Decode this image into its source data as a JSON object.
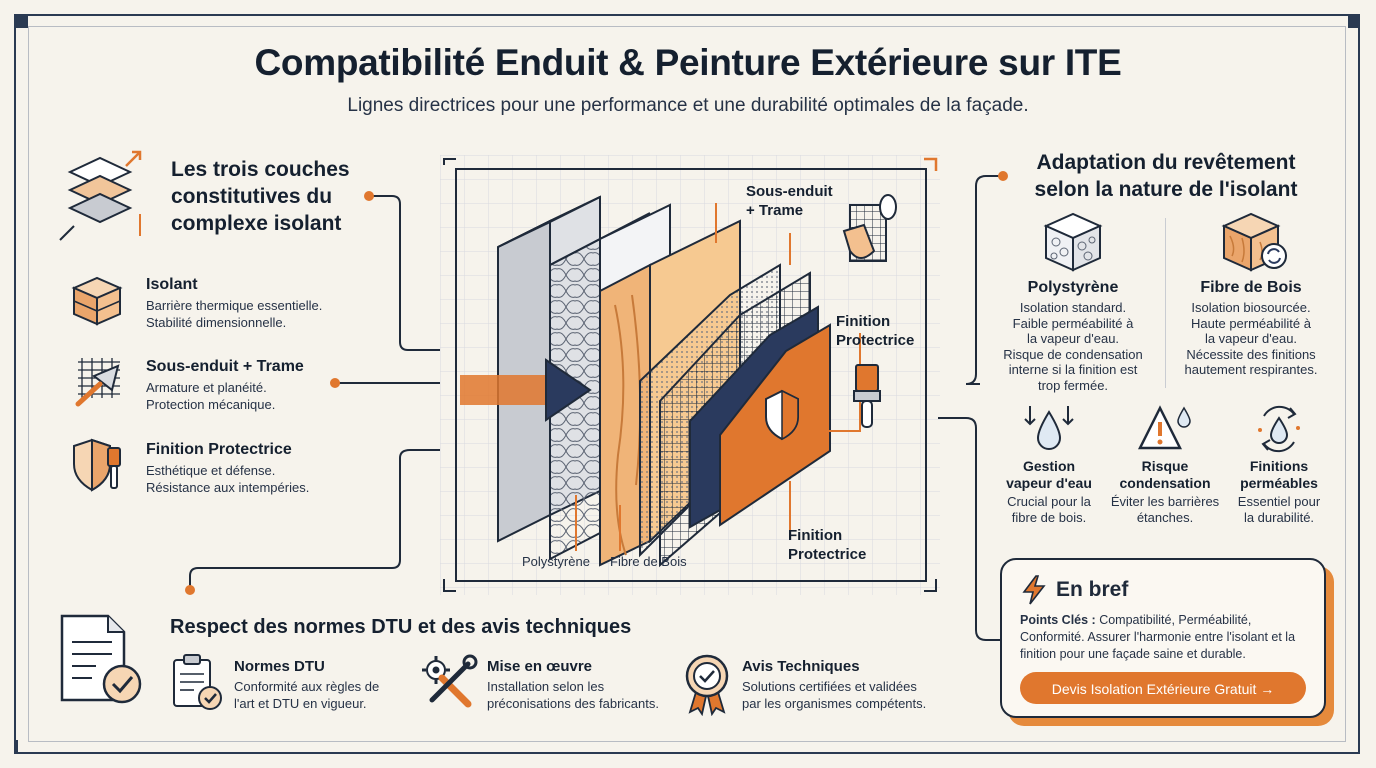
{
  "header": {
    "title": "Compatibilité Enduit & Peinture Extérieure sur ITE",
    "subtitle": "Lignes directrices pour une performance et une durabilité optimales de la façade."
  },
  "layers": {
    "heading": [
      "Les trois couches",
      "constitutives du",
      "complexe isolant"
    ],
    "items": [
      {
        "title": "Isolant",
        "desc": [
          "Barrière thermique essentielle.",
          "Stabilité dimensionnelle."
        ],
        "icon": "insulation-stack-icon"
      },
      {
        "title": "Sous-enduit + Trame",
        "desc": [
          "Armature et planéité.",
          "Protection mécanique."
        ],
        "icon": "trowel-mesh-icon"
      },
      {
        "title": "Finition Protectrice",
        "desc": [
          "Esthétique et défense.",
          "Résistance aux intempéries."
        ],
        "icon": "shield-brush-icon"
      }
    ]
  },
  "diagram": {
    "labels": {
      "sous_enduit": [
        "Sous-enduit",
        "+ Trame"
      ],
      "finition_top": [
        "Finition",
        "Protectrice"
      ],
      "finition_bottom": [
        "Finition",
        "Protectrice"
      ],
      "polystyrene": "Polystyrène",
      "fibre_bois": "Fibre de Bois"
    }
  },
  "adaptation": {
    "heading": [
      "Adaptation du revêtement",
      "selon la nature de l'isolant"
    ],
    "materials": [
      {
        "title": "Polystyrène",
        "desc": [
          "Isolation standard.",
          "Faible perméabilité à",
          "la vapeur d'eau.",
          "Risque de condensation",
          "interne si la finition est",
          "trop fermée."
        ],
        "icon": "polystyrene-cube-icon"
      },
      {
        "title": "Fibre de Bois",
        "desc": [
          "Isolation biosourcée.",
          "Haute perméabilité à",
          "la vapeur d'eau.",
          "Nécessite des finitions",
          "hautement respirantes."
        ],
        "icon": "wood-fiber-cube-icon"
      }
    ],
    "points": [
      {
        "title": [
          "Gestion",
          "vapeur d'eau"
        ],
        "desc": [
          "Crucial pour la",
          "fibre de bois."
        ],
        "icon": "water-vapor-icon"
      },
      {
        "title": [
          "Risque",
          "condensation"
        ],
        "desc": [
          "Éviter les barrières",
          "étanches."
        ],
        "icon": "warning-triangle-icon"
      },
      {
        "title": [
          "Finitions",
          "perméables"
        ],
        "desc": [
          "Essentiel pour",
          "la durabilité."
        ],
        "icon": "cycle-drop-icon"
      }
    ]
  },
  "norms": {
    "heading": "Respect des normes DTU et des avis techniques",
    "items": [
      {
        "title": "Normes DTU",
        "desc": [
          "Conformité aux règles de",
          "l'art et DTU en vigueur."
        ],
        "icon": "clipboard-check-icon"
      },
      {
        "title": "Mise en œuvre",
        "desc": [
          "Installation selon les",
          "préconisations des fabricants."
        ],
        "icon": "gear-wrench-icon"
      },
      {
        "title": "Avis Techniques",
        "desc": [
          "Solutions certifiées et validées",
          "par les organismes compétents."
        ],
        "icon": "certified-badge-icon"
      }
    ]
  },
  "summary": {
    "title": "En bref",
    "label": "Points Clés :",
    "text": " Compatibilité, Perméabilité, Conformité. Assurer l'harmonie entre l'isolant et la finition pour une façade saine et durable.",
    "cta": "Devis Isolation Extérieure Gratuit →"
  },
  "colors": {
    "accent": "#e0772e",
    "navy": "#1f2a3a",
    "background": "#f6f3ec"
  }
}
